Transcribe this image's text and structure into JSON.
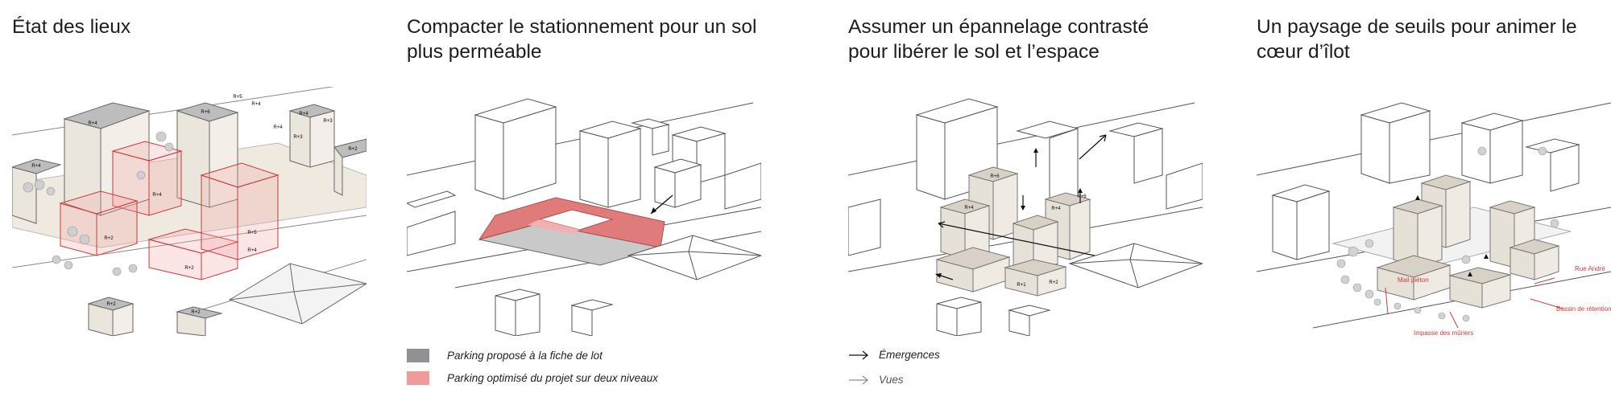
{
  "panels": [
    {
      "title": "État des lieux",
      "labels": {
        "b1": "R+4",
        "b2": "R+4",
        "b3": "R+6",
        "b4": "R+5",
        "b5": "R+4",
        "b6": "R+4",
        "b7": "R+3",
        "b8": "R+4",
        "b9": "R+3",
        "b10": "R+2",
        "b11": "R+4",
        "b12": "R+5",
        "b13": "R+4",
        "b14": "R+2",
        "b15": "R+2",
        "b16": "R+2",
        "b17": "R+2"
      }
    },
    {
      "title": "Compacter le stationnement pour un sol\nplus perméable"
    },
    {
      "title": "Assumer un épannelage contrasté\npour libérer le sol et l’espace",
      "labels": {
        "c1": "R+6",
        "c2": "R+4",
        "c3": "R+4",
        "c4": "R+6",
        "c5": "R+1",
        "c6": "R+2"
      }
    },
    {
      "title": "Un paysage de seuils pour animer le\ncœur d’îlot",
      "labels": {
        "mail": "Mail piéton",
        "rue": "Rue André",
        "bassin": "Bassin de rétention",
        "impasse": "Impasse des mûriers"
      }
    }
  ],
  "legend_parking": [
    {
      "label": "Parking proposé à la fiche de lot",
      "color": "#8f9193"
    },
    {
      "label": "Parking optimisé du projet sur deux niveaux",
      "color": "#f09a9a"
    }
  ],
  "legend_arrows": [
    {
      "label": "Émergences"
    },
    {
      "label": "Vues"
    }
  ],
  "colors": {
    "red": "#cc3a3a",
    "beige": "#e6e1d7",
    "grey": "#bdbdbd",
    "pink": "#f2a0a0",
    "parking": "#d9d9d9"
  }
}
